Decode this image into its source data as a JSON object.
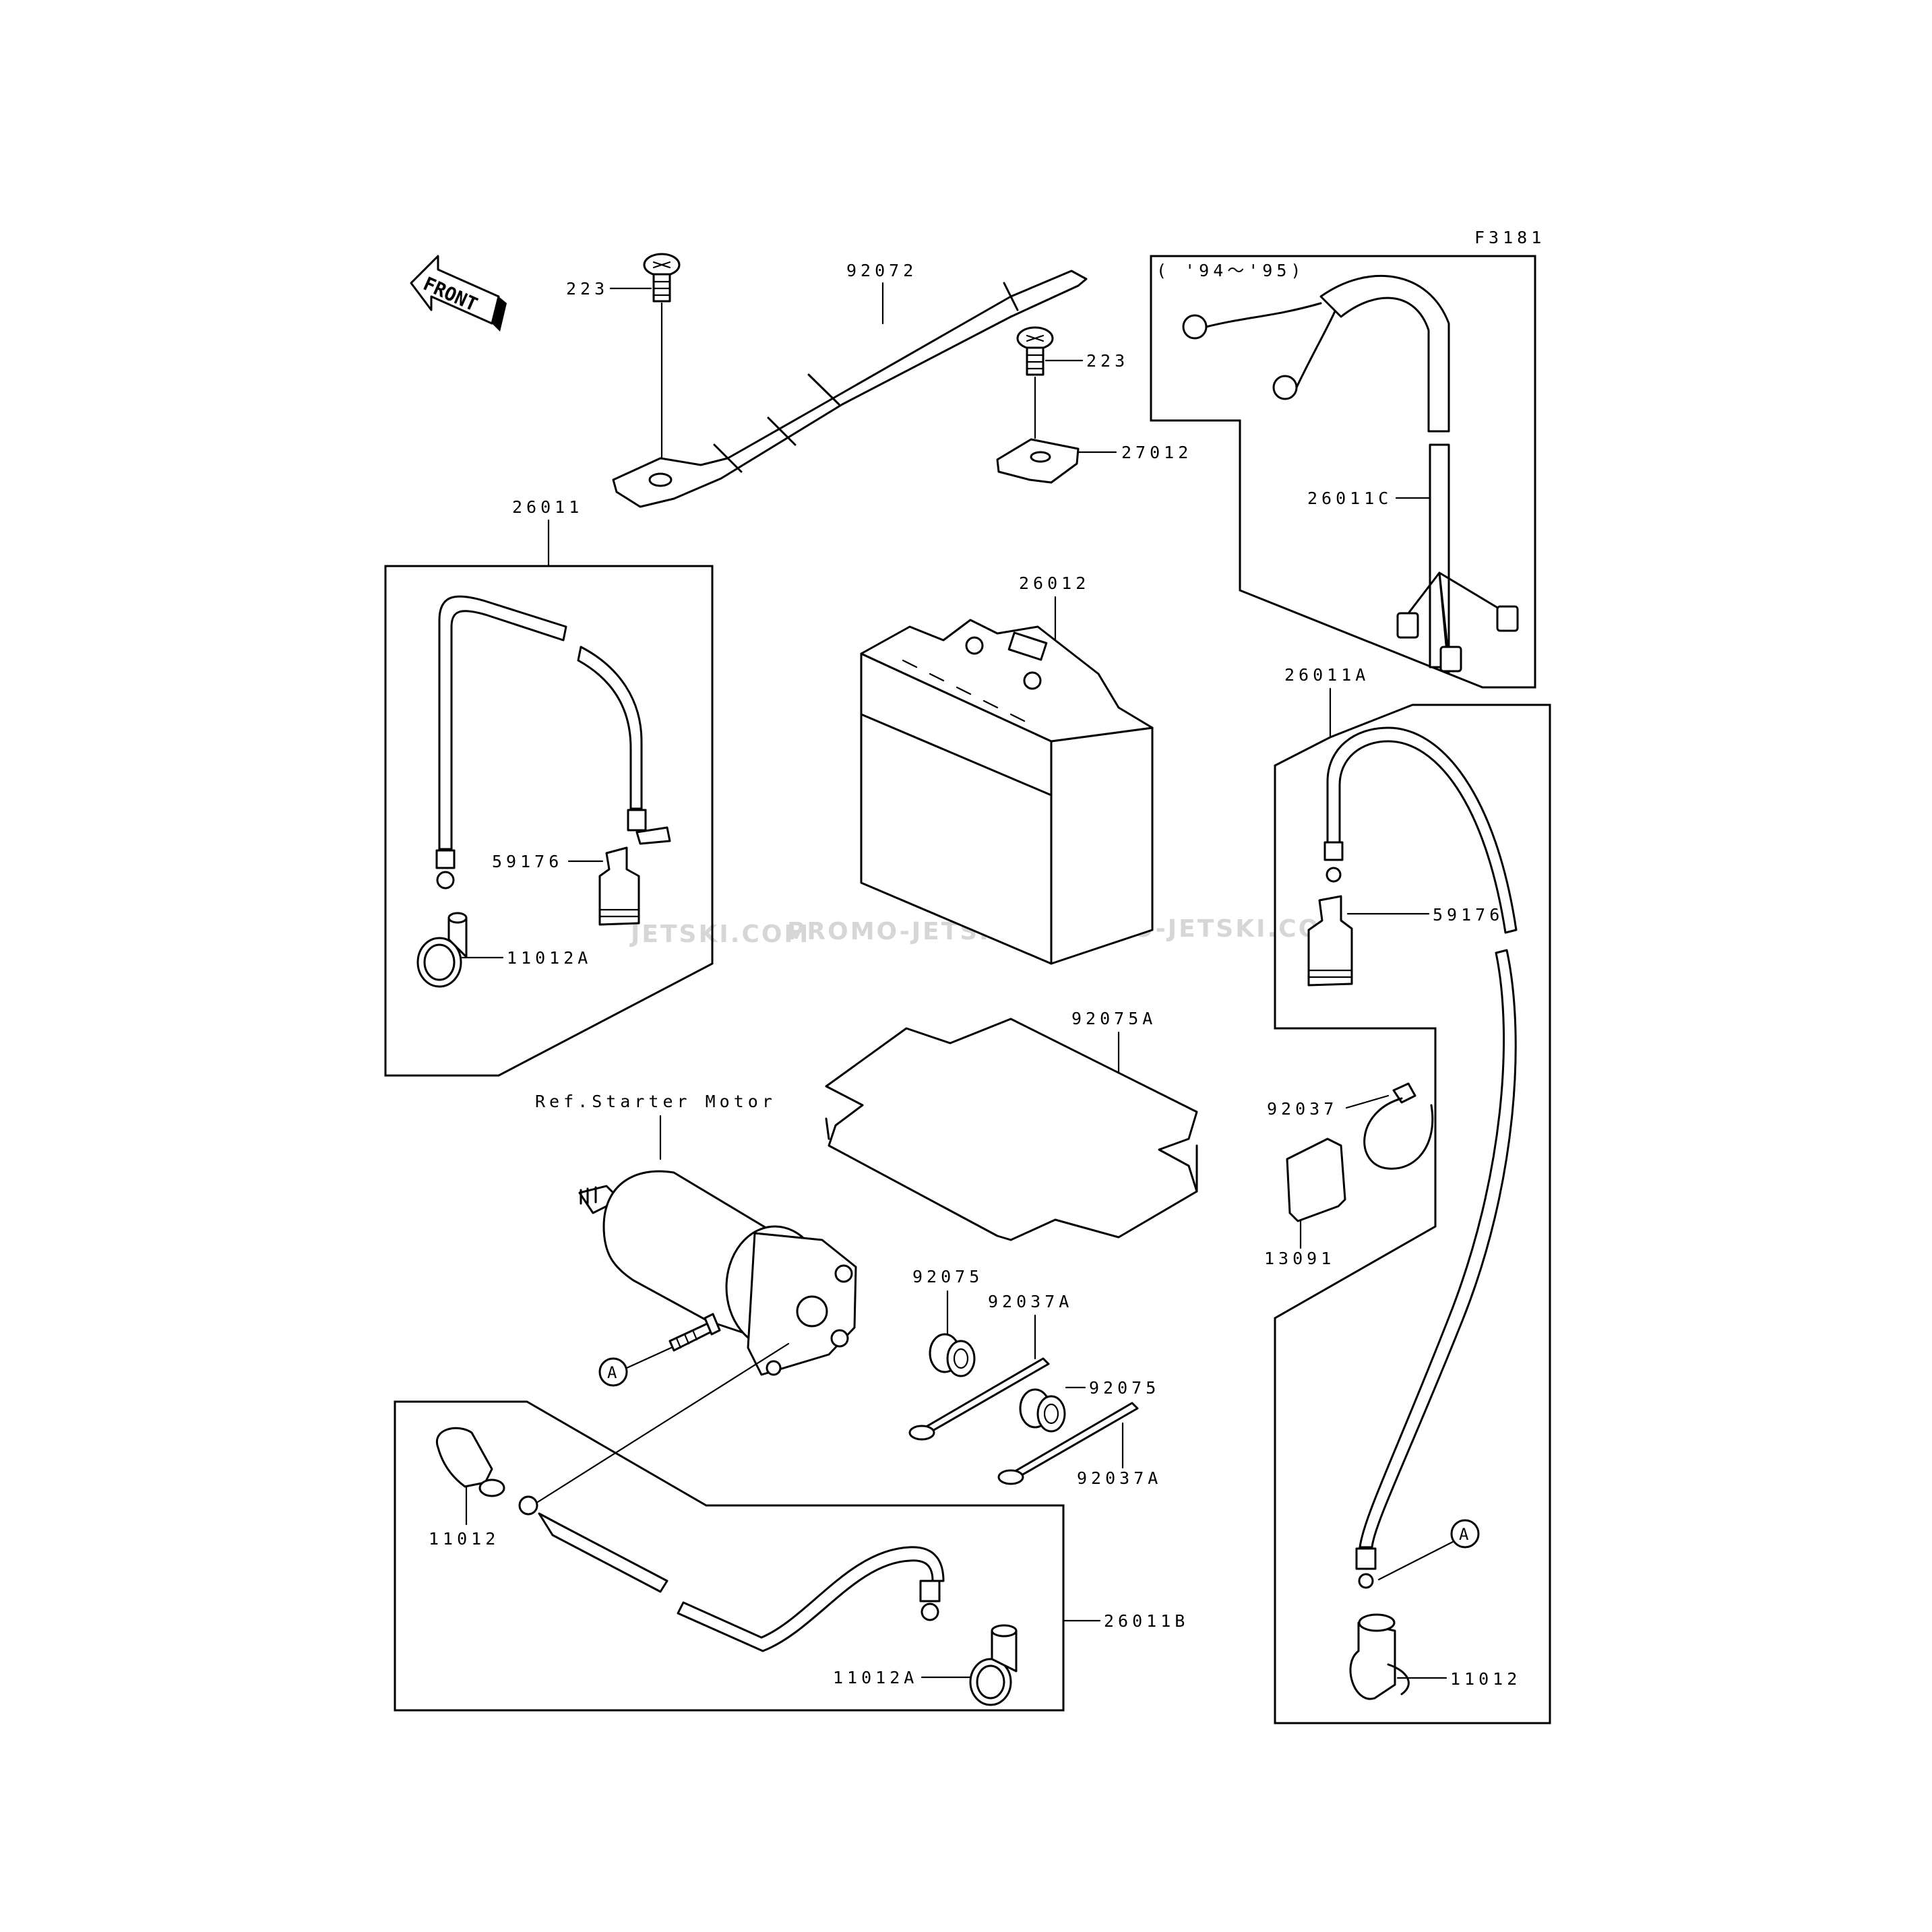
{
  "figure_code": "F3181",
  "front_arrow_label": "FRONT",
  "year_note": "( '94～'95)",
  "ref_label": "Ref.Starter Motor",
  "ref_marker": "A",
  "watermark": [
    "JETSKI.COM",
    "PROMO-JETSKI.COM",
    "PROMO-JETSKI.COM"
  ],
  "parts": {
    "screw_left": "223",
    "strap": "92072",
    "screw_right": "223",
    "clamp": "27012",
    "cable_main": "26011",
    "battery": "26012",
    "cable_harness": "26011C",
    "cover_left": "59176",
    "cap_left": "11012A",
    "cable_right": "26011A",
    "cover_right": "59176",
    "mat": "92075A",
    "band": "92037",
    "seal": "13091",
    "grommet_top": "92075",
    "band_a_top": "92037A",
    "grommet_bottom": "92075",
    "band_a_bottom": "92037A",
    "cap_bottom_left": "11012",
    "cable_bottom": "26011B",
    "cap_bottom_mid": "11012A",
    "cap_right": "11012"
  }
}
